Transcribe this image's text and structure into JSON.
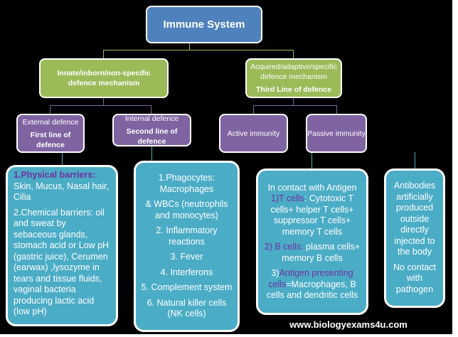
{
  "root": {
    "title": "Immune System"
  },
  "innate": {
    "title": "Innate/inborn/non-specific defence mechanism"
  },
  "acquired": {
    "title": "Acquired/adaptive/specific defence mechanism",
    "subtitle": "Third Line of defence"
  },
  "external": {
    "title": "External defence",
    "subtitle": "First line of defence",
    "physical_label": "1.Physical  barriers:",
    "physical_text": "Skin, Mucus, Nasal hair, Cilia",
    "chemical_text": "2.Chemical barriers: oil and sweat by sebaceous glands, stomach acid or Low pH (gastric juice), Cerumen (earwax) ,lysozyme in tears and tissue fluids, vaginal bacteria producing lactic acid (low pH)"
  },
  "internal": {
    "title": "Internal defence",
    "subtitle": "Second line of defence",
    "items": [
      "1.Phagocytes: Macrophages",
      "& WBCs (neutrophils and monocytes)",
      "2. Inflammatory reactions",
      "3. Fever",
      "4. Interferons",
      "5. Complement system",
      "6. Natural killer cells (NK cells)"
    ]
  },
  "active": {
    "title": "Active immunity",
    "intro": "In contact with Antigen",
    "t_label": "1)T cells",
    "t_text": ": Cytotoxic T cells+ helper T cells+ suppressor  T cells+ memory T cells",
    "b_label": "2) B cells:",
    "b_text": " plasma cells+ memory B cells",
    "apc_prefix": "3)",
    "apc_label": "Antigen presenting cells",
    "apc_text": "=Macrophages, B cells and dendritic cells"
  },
  "passive": {
    "title": "Passive immunity",
    "text1": "Antibodies artificially produced outside directly injected to the body",
    "text2": "No contact with pathogen"
  },
  "footer": {
    "website": "www.biologyexams4u.com"
  },
  "colors": {
    "root": "#4f81bd",
    "level1": "#9bbb59",
    "level2": "#8064a2",
    "content": "#4bacc6",
    "highlight": "#7030a0"
  }
}
